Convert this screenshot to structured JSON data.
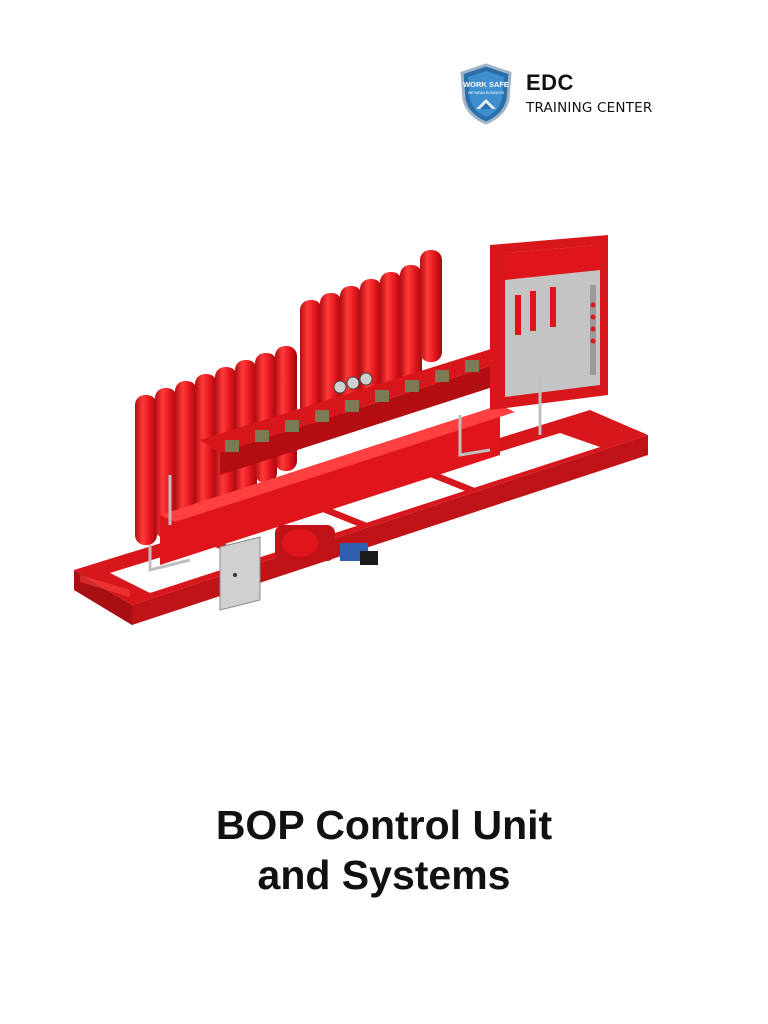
{
  "logo": {
    "title": "EDC",
    "subtitle": "TRAINING CENTER",
    "shield_text_1": "WORK SAFE",
    "shield_text_2": "WE MEAN BUSINESS"
  },
  "illustration": {
    "subject": "bop-control-unit-skid",
    "primary_color": "#e0141b",
    "accent_color": "#b30e12"
  },
  "document": {
    "title_line_1": "BOP Control Unit",
    "title_line_2": "and Systems"
  }
}
